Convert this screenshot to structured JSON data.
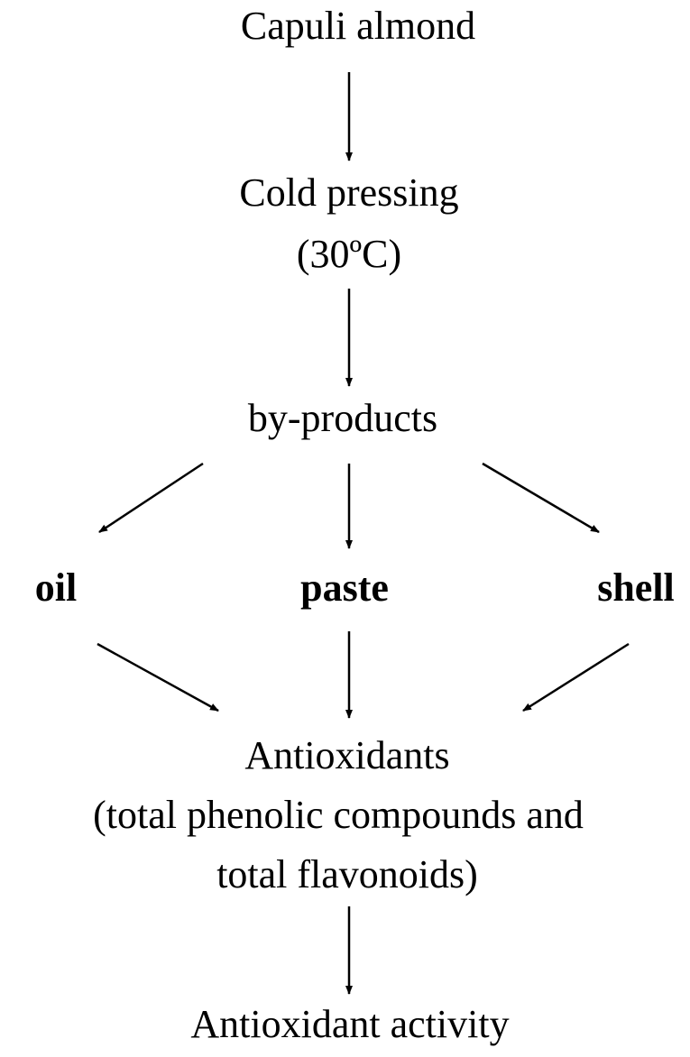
{
  "diagram": {
    "nodes": {
      "source": "Capuli almond",
      "process_line1": "Cold pressing",
      "process_line2": "(30ºC)",
      "byproducts": "by-products",
      "oil": "oil",
      "paste": "paste",
      "shell": "shell",
      "antioxidants_line1": "Antioxidants",
      "antioxidants_line2": "(total phenolic compounds and",
      "antioxidants_line3": "total flavonoids)",
      "activity": "Antioxidant activity"
    },
    "edges": [
      {
        "from": "source",
        "to": "process"
      },
      {
        "from": "process",
        "to": "byproducts"
      },
      {
        "from": "byproducts",
        "to": "oil"
      },
      {
        "from": "byproducts",
        "to": "paste"
      },
      {
        "from": "byproducts",
        "to": "shell"
      },
      {
        "from": "oil",
        "to": "antioxidants"
      },
      {
        "from": "paste",
        "to": "antioxidants"
      },
      {
        "from": "shell",
        "to": "antioxidants"
      },
      {
        "from": "antioxidants",
        "to": "activity"
      }
    ]
  }
}
